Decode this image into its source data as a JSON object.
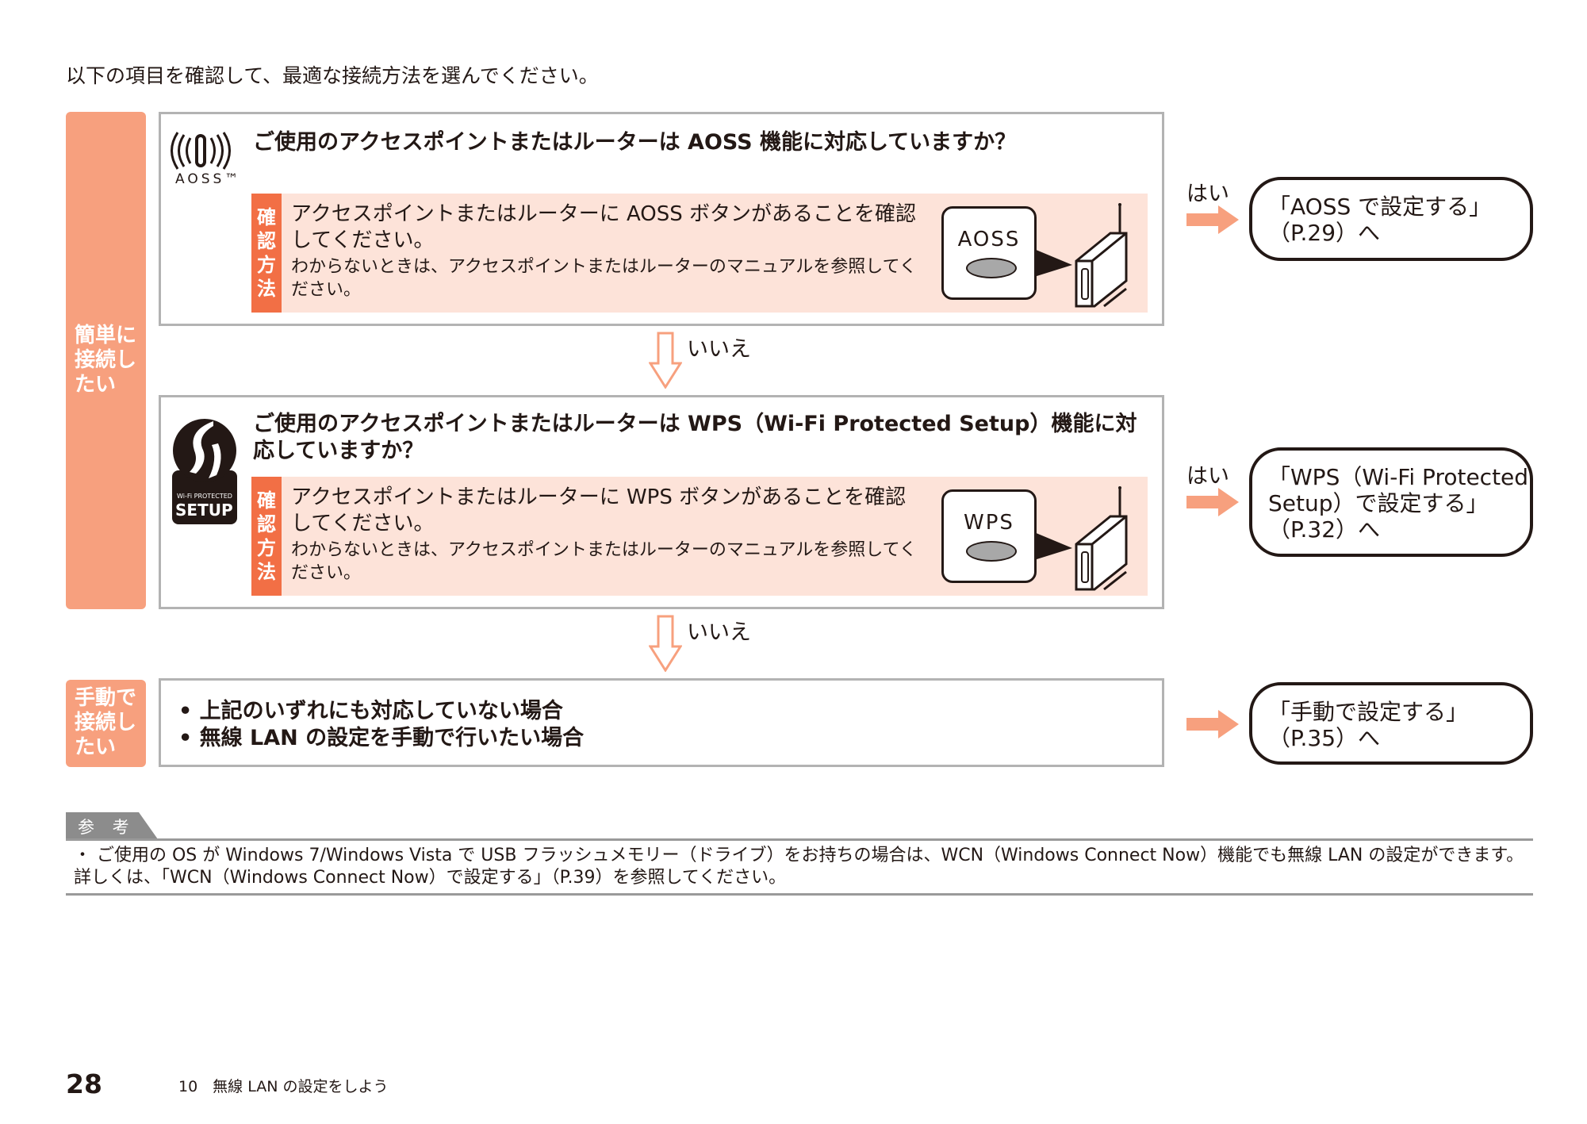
{
  "intro": "以下の項目を確認して、最適な接続方法を選んでください。",
  "sides": {
    "easy": [
      "簡単に",
      "接続し",
      "たい"
    ],
    "manual": [
      "手動で",
      "接続し",
      "たい"
    ]
  },
  "check_tag": [
    "確",
    "認",
    "方",
    "法"
  ],
  "aoss": {
    "logo_text": "AOSS™",
    "question": "ご使用のアクセスポイントまたはルーターは AOSS 機能に対応していますか？",
    "check_main": "アクセスポイントまたはルーターに AOSS ボタンがあることを確認してください。",
    "check_sub": "わからないときは、アクセスポイントまたはルーターのマニュアルを参照してください。",
    "button_label": "AOSS",
    "yes": "はい",
    "no": "いいえ",
    "result": "「AOSS で設定する」（P.29）へ"
  },
  "wps": {
    "logo_text_small": "Wi-Fi PROTECTED",
    "logo_text": "SETUP",
    "question": "ご使用のアクセスポイントまたはルーターは WPS（Wi-Fi Protected Setup）機能に対応していますか？",
    "check_main": "アクセスポイントまたはルーターに WPS ボタンがあることを確認してください。",
    "check_sub": "わからないときは、アクセスポイントまたはルーターのマニュアルを参照してください。",
    "button_label": "WPS",
    "yes": "はい",
    "no": "いいえ",
    "result": "「WPS（Wi-Fi Protected Setup）で設定する」（P.32）へ"
  },
  "manual": {
    "bullets": [
      "• 上記のいずれにも対応していない場合",
      "• 無線 LAN の設定を手動で行いたい場合"
    ],
    "result": "「手動で設定する」（P.35）へ"
  },
  "note": {
    "label": "参 考",
    "text": "・ ご使用の OS が Windows 7/Windows Vista で USB フラッシュメモリー（ドライブ）をお持ちの場合は、WCN（Windows Connect Now）機能でも無線 LAN の設定ができます。詳しくは、「WCN（Windows Connect Now）で設定する」（P.39）を参照してください。"
  },
  "footer": {
    "page_number": "28",
    "chapter": "10　無線 LAN の設定をしよう"
  },
  "colors": {
    "accent": "#f7a07e",
    "tag": "#f26f45",
    "check_bg": "#fde3d9",
    "border": "#b3b3b3",
    "text": "#231815"
  }
}
